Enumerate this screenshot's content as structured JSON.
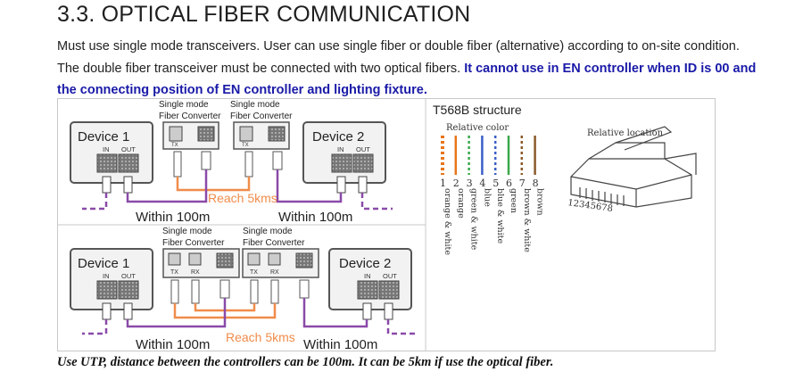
{
  "heading": "3.3. OPTICAL FIBER COMMUNICATION",
  "paragraph": {
    "line1": "Must use single mode transceivers. User can use single fiber or double fiber (alternative) according to on-site condition.",
    "line2_plain": "The double fiber transceiver must be connected with two optical fibers.",
    "line2_warning": "It cannot use in EN controller when ID is 00 and the connecting position of EN controller and lighting fixture."
  },
  "diagram_single": {
    "device1": "Device 1",
    "device2": "Device 2",
    "port_in": "IN",
    "port_out": "OUT",
    "converter_label_a1": "Single mode",
    "converter_label_a2": "Fiber Converter",
    "converter_label_b1": "Single mode",
    "converter_label_b2": "Fiber Converter",
    "tx": "TX",
    "reach": "Reach 5kms",
    "within_left": "Within 100m",
    "within_right": "Within 100m"
  },
  "diagram_double": {
    "device1": "Device 1",
    "device2": "Device 2",
    "port_in": "IN",
    "port_out": "OUT",
    "converter_label_a1": "Single mode",
    "converter_label_a2": "Fiber Converter",
    "converter_label_b1": "Single mode",
    "converter_label_b2": "Fiber Converter",
    "tx": "TX",
    "rx": "RX",
    "reach": "Reach 5kms",
    "within_left": "Within 100m",
    "within_right": "Within 100m"
  },
  "t568b": {
    "title": "T568B structure",
    "relative_color": "Relative color",
    "relative_location": "Relative location",
    "numbers": [
      "1",
      "2",
      "3",
      "4",
      "5",
      "6",
      "7",
      "8"
    ],
    "location_numbers": "12345678",
    "wires": [
      {
        "name": "orange & white",
        "color": "#e8751a"
      },
      {
        "name": "orange",
        "color": "#e8751a"
      },
      {
        "name": "green & white",
        "color": "#3aa84a"
      },
      {
        "name": "blue",
        "color": "#3a5fc8"
      },
      {
        "name": "blue & white",
        "color": "#3a5fc8"
      },
      {
        "name": "green",
        "color": "#3aa84a"
      },
      {
        "name": "brown & white",
        "color": "#8b5a2b"
      },
      {
        "name": "brown",
        "color": "#8b5a2b"
      }
    ]
  },
  "caption": "Use UTP, distance between the controllers can be 100m. It can be 5km if use the optical fiber.",
  "colors": {
    "fiber_orange": "#f08c4a",
    "utp_purple": "#8a4aa8",
    "warning_blue": "#1a1aa8"
  }
}
